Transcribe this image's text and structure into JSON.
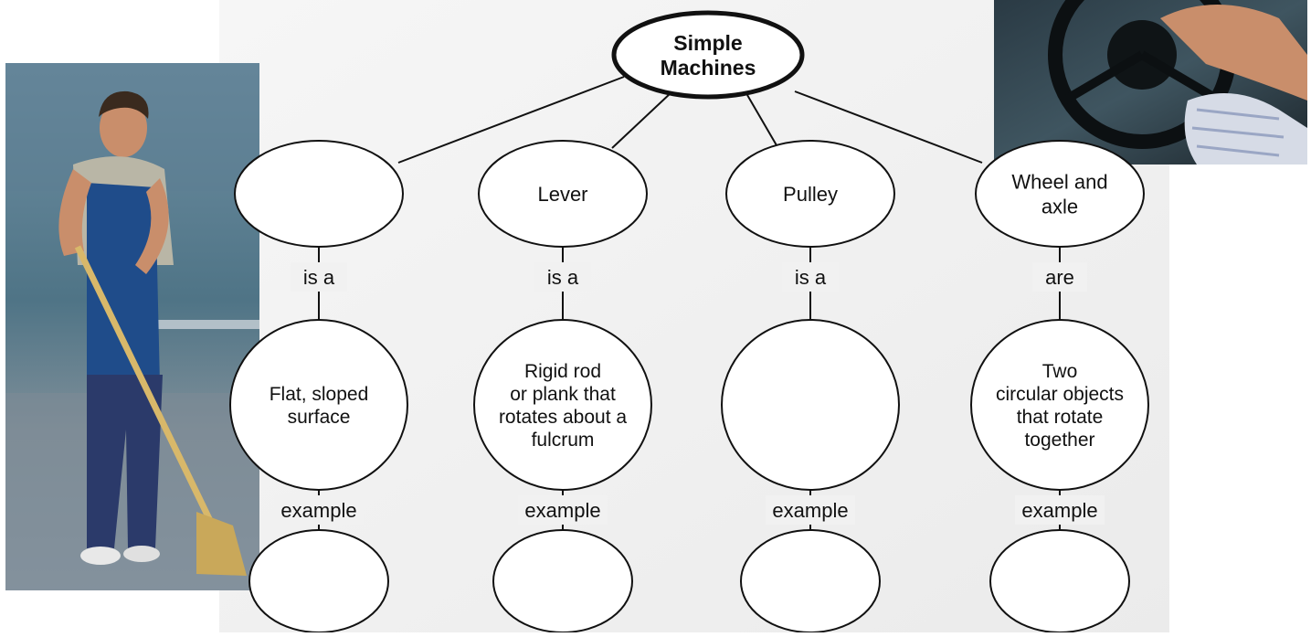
{
  "root": {
    "lines": [
      "Simple",
      "Machines"
    ]
  },
  "columns": [
    {
      "category": [],
      "relation": "is a",
      "definition": [
        "Flat,  sloped",
        "surface"
      ],
      "example_label": "example",
      "example": []
    },
    {
      "category": [
        "Lever"
      ],
      "relation": "is a",
      "definition": [
        "Rigid rod",
        "or plank that",
        "rotates about a",
        "fulcrum"
      ],
      "example_label": "example",
      "example": []
    },
    {
      "category": [
        "Pulley"
      ],
      "relation": "is a",
      "definition": [],
      "example_label": "example",
      "example": []
    },
    {
      "category": [
        "Wheel and",
        "axle"
      ],
      "relation": "are",
      "definition": [
        "Two",
        "circular objects",
        "that rotate",
        "together"
      ],
      "example_label": "example",
      "example": []
    }
  ],
  "photos": {
    "left": "photo of a worker sweeping with a broom",
    "top_right": "photo of a hand on a steering wheel"
  },
  "colors": {
    "stroke": "#111111",
    "panel": "#f2f2f2",
    "text": "#111111"
  }
}
